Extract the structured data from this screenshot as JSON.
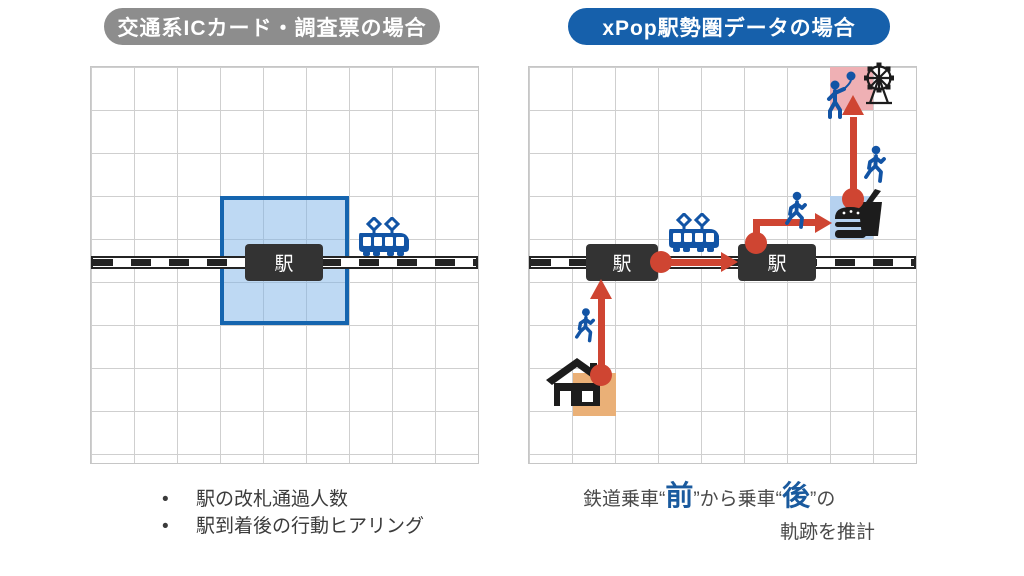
{
  "left_panel": {
    "header": "交通系ICカード・調査票の場合",
    "station": "駅",
    "bullet_char": "•",
    "bullets": [
      "駅の改札通過人数",
      "駅到着後の行動ヒアリング"
    ]
  },
  "right_panel": {
    "header": "xPop駅勢圏データの場合",
    "station_left": "駅",
    "station_right": "駅",
    "caption": {
      "t1": "鉄道乗車“",
      "em1": "前",
      "t2": "”から乗車“",
      "em2": "後",
      "t3": "”の",
      "line2": "軌跡を推計"
    }
  },
  "icons": {
    "tram": "tram-icon",
    "walking_person": "walking-person-icon",
    "house": "house-icon",
    "balloon_person": "balloon-person-icon",
    "ferris_wheel": "ferris-wheel-icon",
    "burger": "burger-icon",
    "drink": "drink-cup-icon",
    "route_dot": "route-origin-dot",
    "route_arrow": "route-arrow"
  },
  "colors": {
    "header_left_bg": "#8d8d8d",
    "header_right_bg": "#1660ab",
    "catchment_fill": "#7db4e8",
    "catchment_border": "#1565af",
    "station_bg": "#333333",
    "track_black": "#242424",
    "route_red": "#cf4532",
    "figure_blue": "#1254a5",
    "home_cell": "#eab077",
    "food_cell": "#b5d1ef",
    "leisure_cell": "#efb0b4",
    "caption_emphasis": "#1a5a9e",
    "grid_line": "#cfcfcf"
  }
}
